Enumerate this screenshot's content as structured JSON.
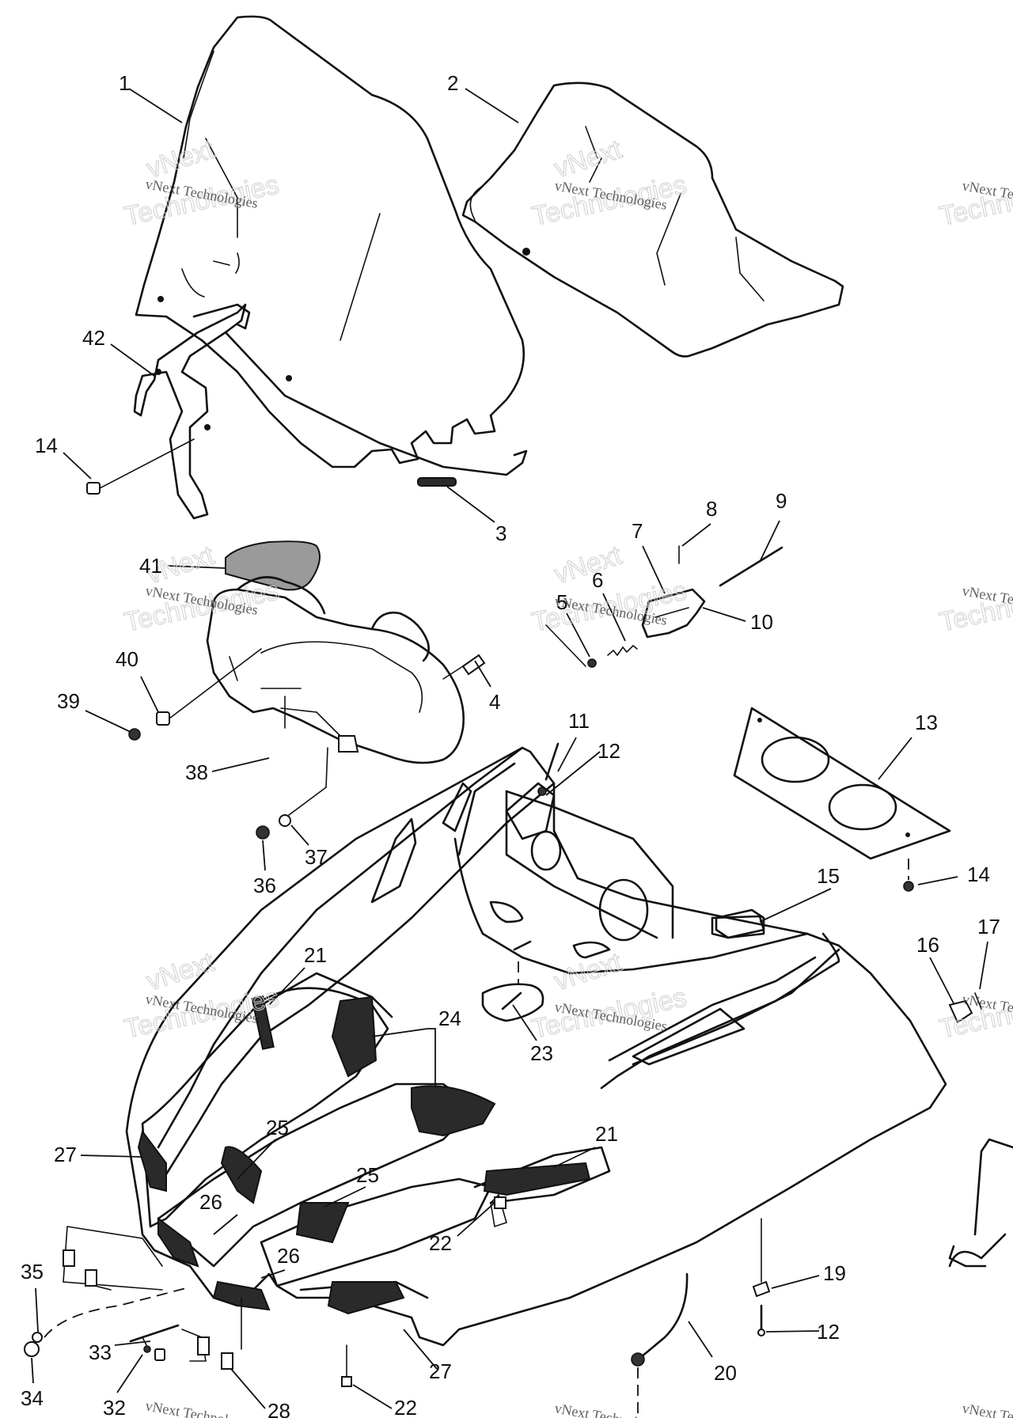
{
  "watermark": {
    "text_small": "vNext Technologies",
    "text_large": "Technologies",
    "text_top": "vNext"
  },
  "callouts": [
    {
      "id": "c1",
      "label": "1"
    },
    {
      "id": "c2",
      "label": "2"
    },
    {
      "id": "c42",
      "label": "42"
    },
    {
      "id": "c14a",
      "label": "14"
    },
    {
      "id": "c3",
      "label": "3"
    },
    {
      "id": "c41",
      "label": "41"
    },
    {
      "id": "c40",
      "label": "40"
    },
    {
      "id": "c39",
      "label": "39"
    },
    {
      "id": "c4",
      "label": "4"
    },
    {
      "id": "c38",
      "label": "38"
    },
    {
      "id": "c37",
      "label": "37"
    },
    {
      "id": "c36",
      "label": "36"
    },
    {
      "id": "c8",
      "label": "8"
    },
    {
      "id": "c9",
      "label": "9"
    },
    {
      "id": "c7",
      "label": "7"
    },
    {
      "id": "c6",
      "label": "6"
    },
    {
      "id": "c5",
      "label": "5"
    },
    {
      "id": "c10",
      "label": "10"
    },
    {
      "id": "c11",
      "label": "11"
    },
    {
      "id": "c12a",
      "label": "12"
    },
    {
      "id": "c13",
      "label": "13"
    },
    {
      "id": "c14b",
      "label": "14"
    },
    {
      "id": "c15",
      "label": "15"
    },
    {
      "id": "c16",
      "label": "16"
    },
    {
      "id": "c17",
      "label": "17"
    },
    {
      "id": "c21a",
      "label": "21"
    },
    {
      "id": "c24",
      "label": "24"
    },
    {
      "id": "c23",
      "label": "23"
    },
    {
      "id": "c21b",
      "label": "21"
    },
    {
      "id": "c27a",
      "label": "27"
    },
    {
      "id": "c25a",
      "label": "25"
    },
    {
      "id": "c25b",
      "label": "25"
    },
    {
      "id": "c26a",
      "label": "26"
    },
    {
      "id": "c26b",
      "label": "26"
    },
    {
      "id": "c22a",
      "label": "22"
    },
    {
      "id": "c19",
      "label": "19"
    },
    {
      "id": "c12b",
      "label": "12"
    },
    {
      "id": "c20",
      "label": "20"
    },
    {
      "id": "c35",
      "label": "35"
    },
    {
      "id": "c33",
      "label": "33"
    },
    {
      "id": "c34",
      "label": "34"
    },
    {
      "id": "c32",
      "label": "32"
    },
    {
      "id": "c28",
      "label": "28"
    },
    {
      "id": "c27b",
      "label": "27"
    },
    {
      "id": "c22b",
      "label": "22"
    }
  ]
}
